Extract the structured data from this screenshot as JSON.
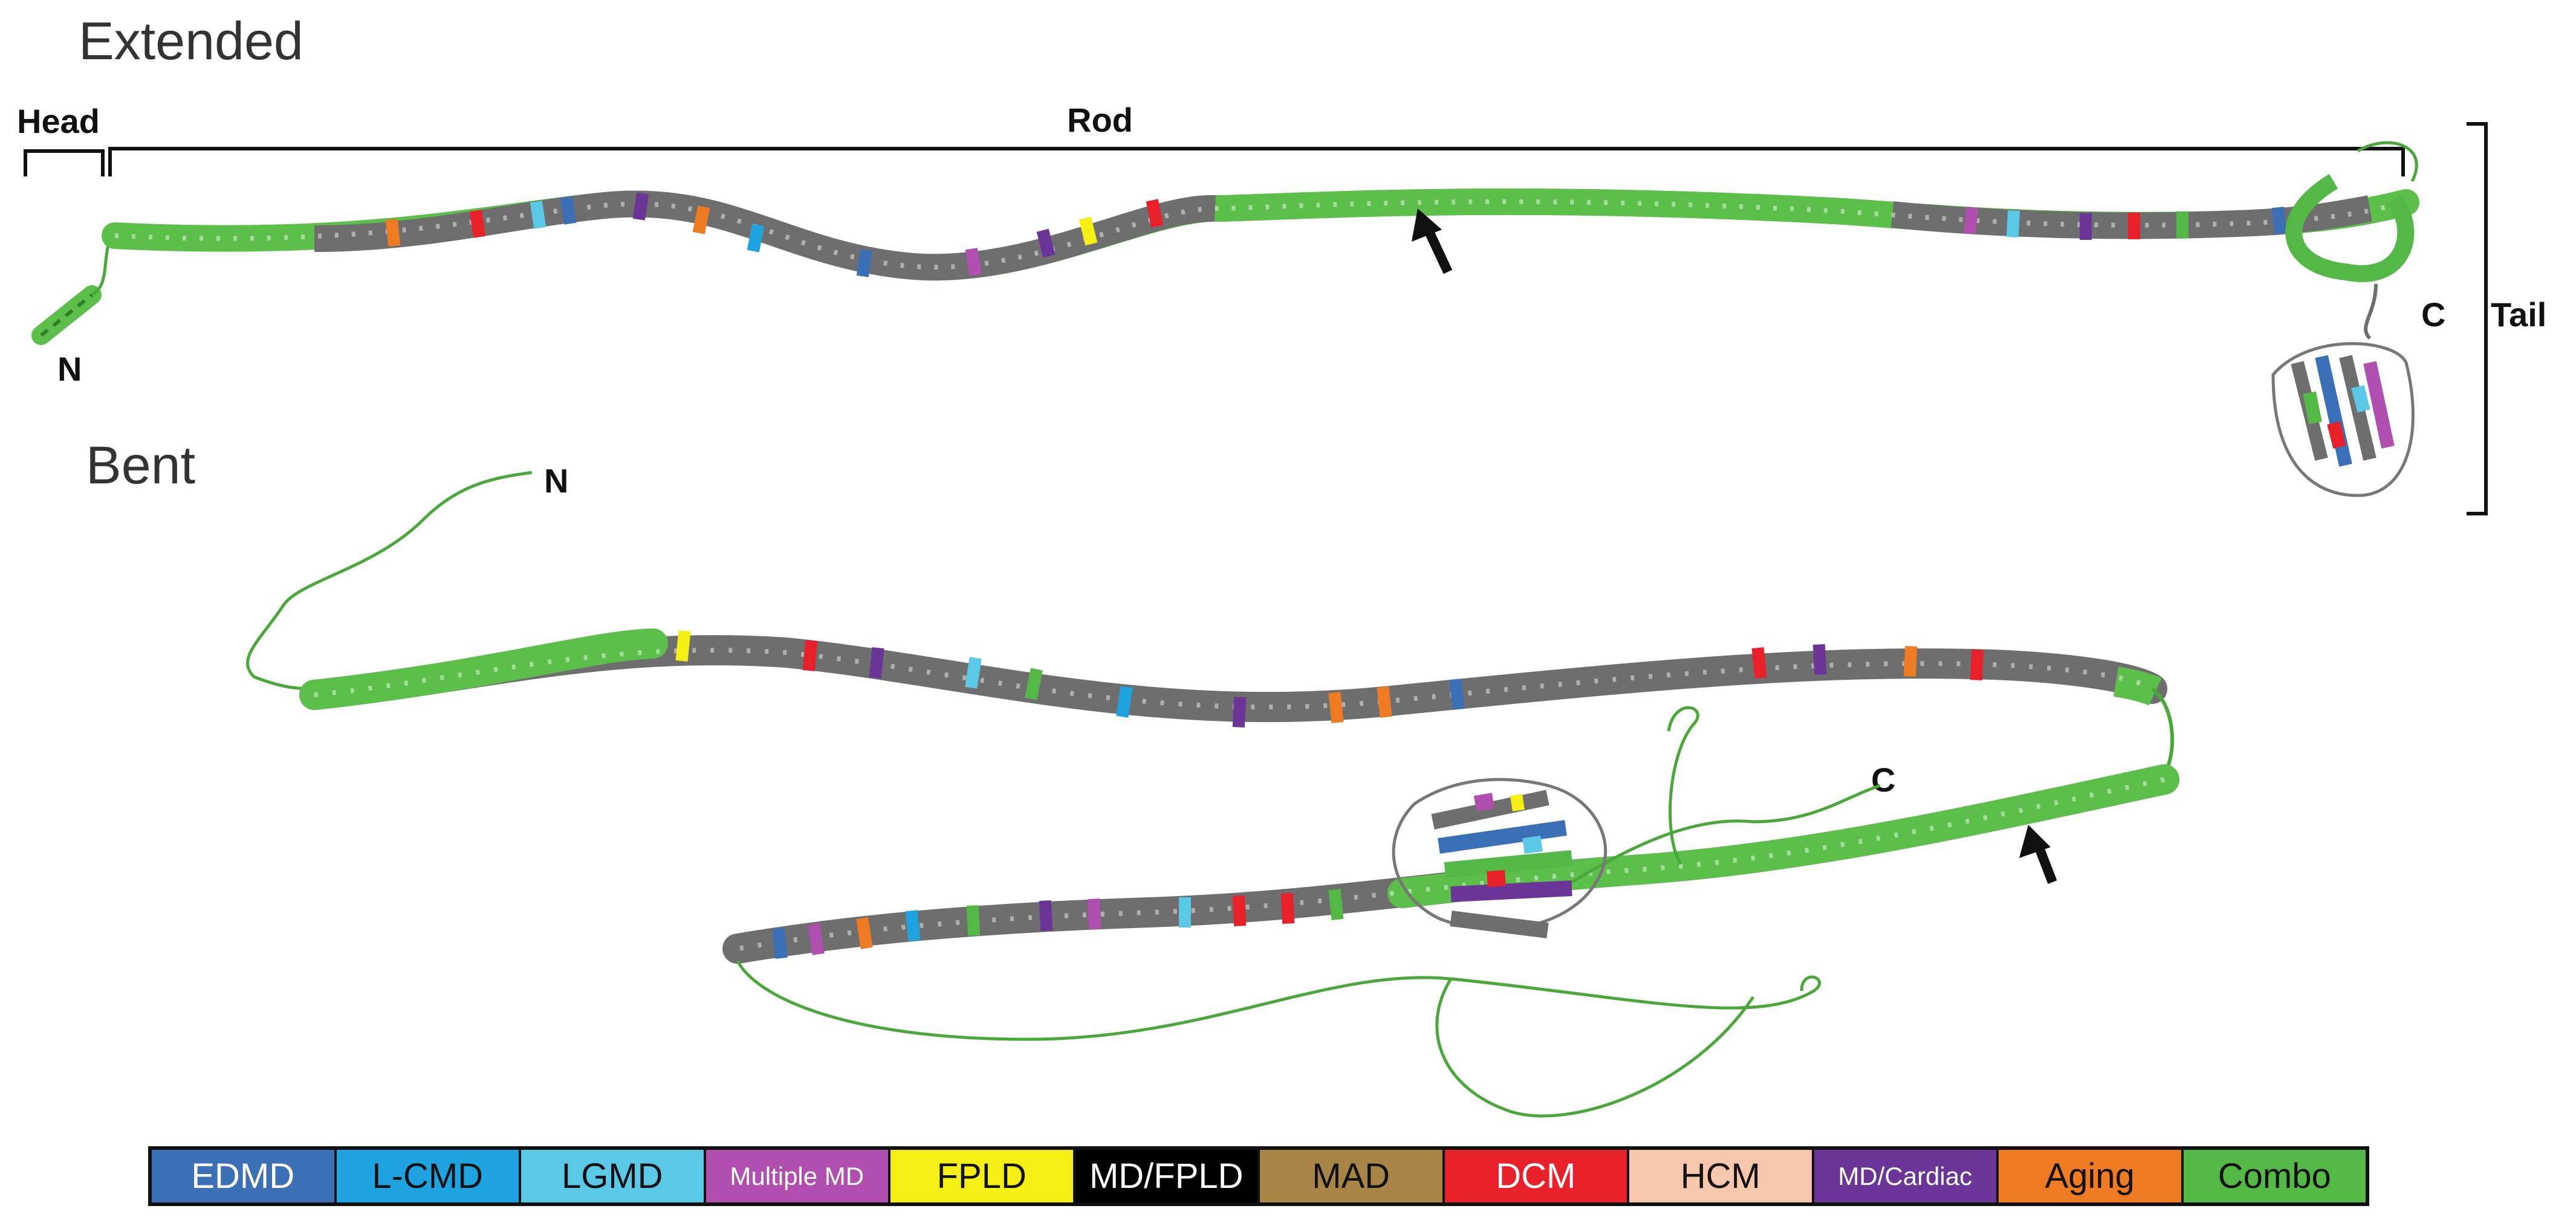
{
  "labels": {
    "extended": "Extended",
    "bent": "Bent",
    "head": "Head",
    "rod": "Rod",
    "tail": "Tail",
    "n_extended": "N",
    "c_extended": "C",
    "n_bent": "N",
    "c_bent": "C"
  },
  "legend": [
    {
      "label": "EDMD",
      "color": "#3b6fb6",
      "text_color": "#ffffff"
    },
    {
      "label": "L-CMD",
      "color": "#1fa3e0",
      "text_color": "#111111"
    },
    {
      "label": "LGMD",
      "color": "#5bc8e8",
      "text_color": "#111111"
    },
    {
      "label": "Multiple MD",
      "color": "#b04fb0",
      "text_color": "#ffffff"
    },
    {
      "label": "FPLD",
      "color": "#f5ef16",
      "text_color": "#111111"
    },
    {
      "label": "MD/FPLD",
      "color": "#000000",
      "text_color": "#ffffff"
    },
    {
      "label": "MAD",
      "color": "#a88447",
      "text_color": "#111111"
    },
    {
      "label": "DCM",
      "color": "#e8202a",
      "text_color": "#ffffff"
    },
    {
      "label": "HCM",
      "color": "#f6c6ad",
      "text_color": "#111111"
    },
    {
      "label": "MD/Cardiac",
      "color": "#6a3596",
      "text_color": "#ffffff"
    },
    {
      "label": "Aging",
      "color": "#ee7b22",
      "text_color": "#111111"
    },
    {
      "label": "Combo",
      "color": "#54b847",
      "text_color": "#111111"
    }
  ],
  "colors": {
    "helix_green": "#5cbf4a",
    "helix_gray": "#6e6e6e",
    "loop": "#4aa83a"
  }
}
